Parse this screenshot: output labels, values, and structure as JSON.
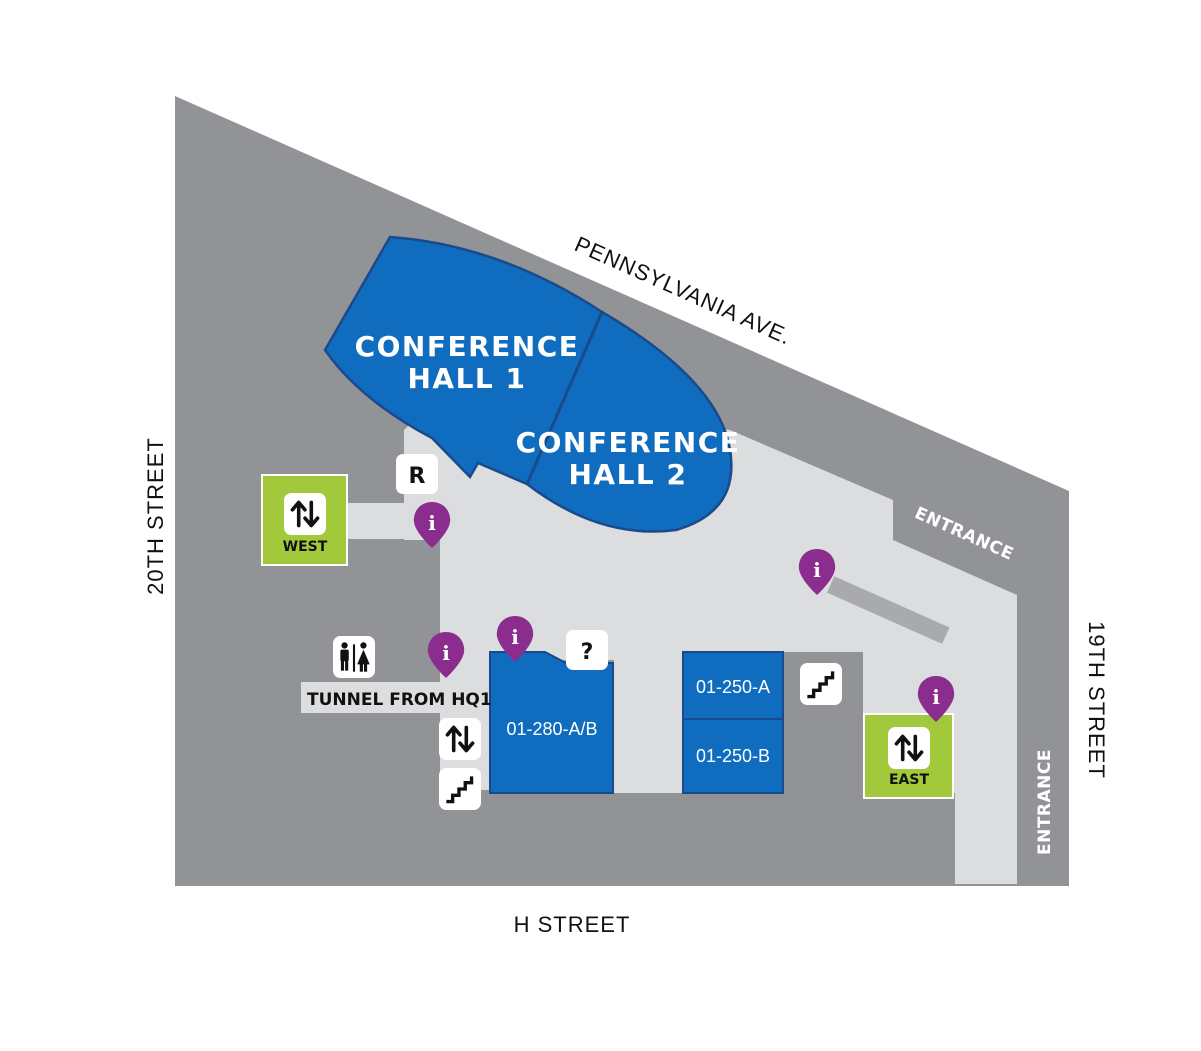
{
  "streets": {
    "north": "PENNSYLVANIA AVE.",
    "west": "20TH STREET",
    "east": "19TH STREET",
    "south": "H STREET"
  },
  "halls": {
    "hall1": [
      "CONFERENCE",
      "HALL 1"
    ],
    "hall2": [
      "CONFERENCE",
      "HALL 2"
    ]
  },
  "rooms": {
    "room_280": "01-280-A/B",
    "room_250a": "01-250-A",
    "room_250b": "01-250-B"
  },
  "entrances": {
    "north": "ENTRANCE",
    "east": "ENTRANCE"
  },
  "tunnel_label": "TUNNEL FROM HQ1",
  "elevators": {
    "west": "WEST",
    "east": "EAST"
  },
  "markers": {
    "registration": "R",
    "help_desk": "?",
    "info": "i"
  },
  "icons": {
    "elevator": "elevator-icon",
    "stairs": "stairs-icon",
    "restroom": "restroom-icon",
    "info": "info-pin-icon"
  },
  "colors": {
    "building": "#929396",
    "corridor": "#dcdddf",
    "room_blue": "#0f6cbf",
    "room_border": "#1a4a8a",
    "elevator_green": "#a2c83c",
    "info_purple": "#8b2d8e"
  }
}
